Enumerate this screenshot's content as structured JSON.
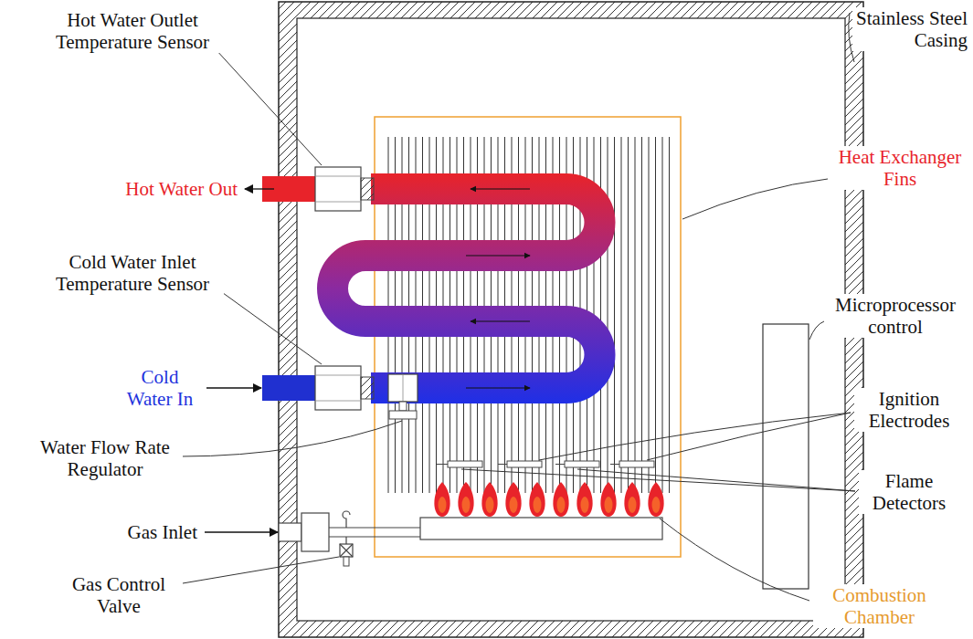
{
  "diagram": {
    "labels": [
      "Hot Water Outlet Temperature Sensor",
      "Stainless Steel Casing",
      "Hot Water Out",
      "Heat Exchanger Fins",
      "Cold Water Inlet Temperature Sensor",
      "Microprocessor control",
      "Cold Water In",
      "Ignition Electrodes",
      "Water Flow Rate Regulator",
      "Flame Detectors",
      "Gas Inlet",
      "Gas Control Valve",
      "Combustion Chamber"
    ]
  }
}
